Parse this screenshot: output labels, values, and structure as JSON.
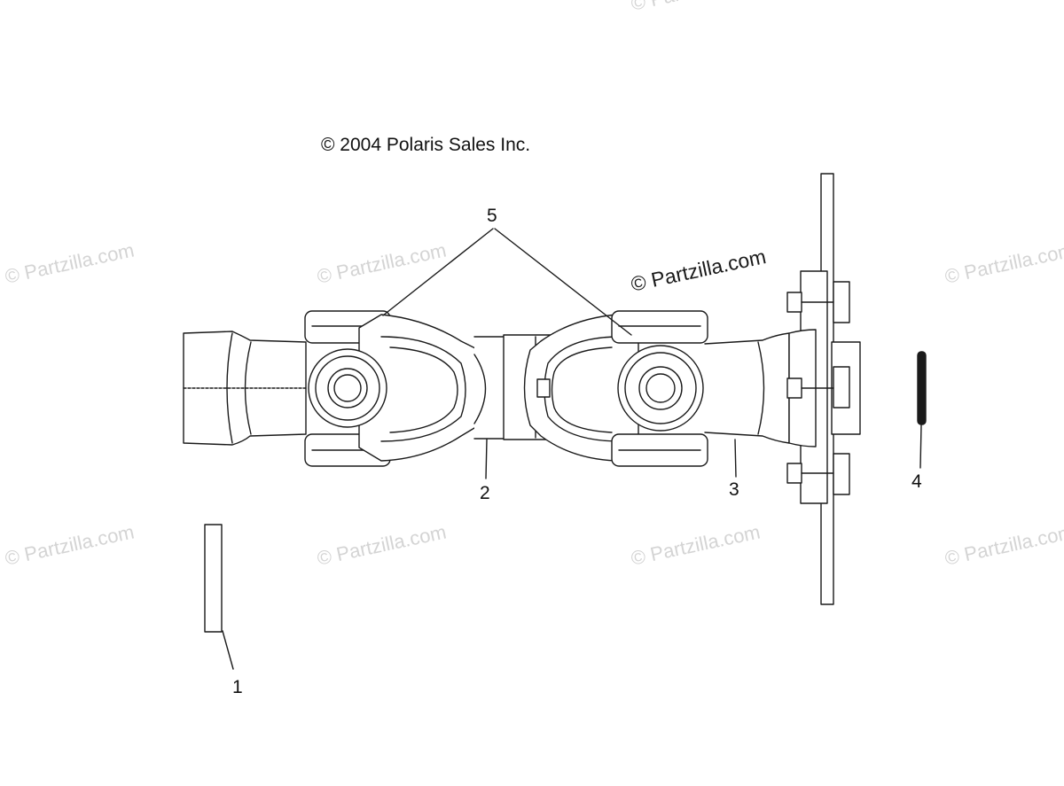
{
  "copyright": "© 2004 Polaris Sales Inc.",
  "watermarks": [
    "© Partzilla.com",
    "© Partzilla.com",
    "© Partzilla.com",
    "© Partzilla.com",
    "© Partzilla.com",
    "© Partzilla.com",
    "© Partzilla.com",
    "© Partzilla.com",
    "© Partzilla.com"
  ],
  "callouts": {
    "c1": "1",
    "c2": "2",
    "c3": "3",
    "c4": "4",
    "c5": "5"
  },
  "colors": {
    "line": "#1a1a1a",
    "watermark": "#d4d4d4",
    "background": "#ffffff"
  }
}
